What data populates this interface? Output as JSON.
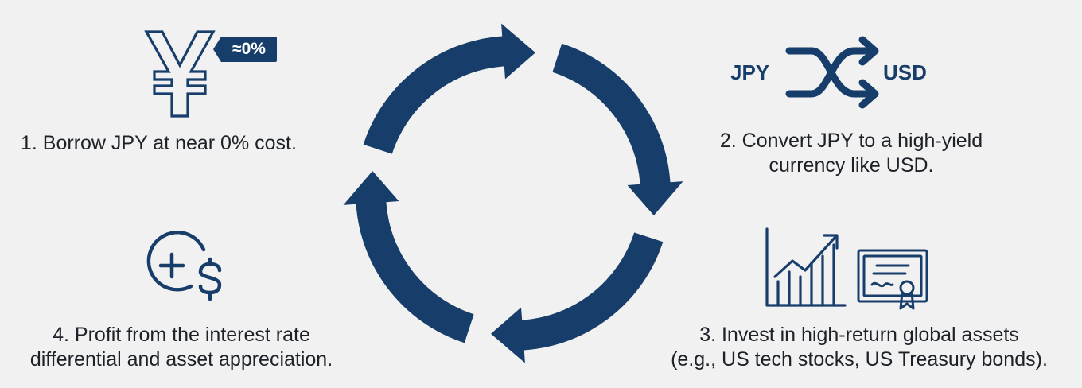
{
  "colors": {
    "background": "#f1f1f1",
    "accent": "#173d6b",
    "text": "#1d2228"
  },
  "cycle": {
    "arrow_count": 4,
    "direction": "clockwise"
  },
  "steps": [
    {
      "number": "1",
      "lines": [
        "1. Borrow JPY at near 0% cost."
      ],
      "icon": "yen-icon",
      "badge": "≈0%"
    },
    {
      "number": "2",
      "lines": [
        "2. Convert JPY to a high-yield",
        "currency like USD."
      ],
      "icon": "shuffle-icon",
      "from_currency": "JPY",
      "to_currency": "USD"
    },
    {
      "number": "3",
      "lines": [
        "3. Invest in high-return global assets",
        "(e.g., US tech stocks, US Treasury bonds)."
      ],
      "icons": [
        "bar-chart-up-icon",
        "certificate-icon"
      ]
    },
    {
      "number": "4",
      "lines": [
        "4. Profit from the interest rate",
        "differential and asset appreciation."
      ],
      "icon": "plus-dollar-icon"
    }
  ]
}
